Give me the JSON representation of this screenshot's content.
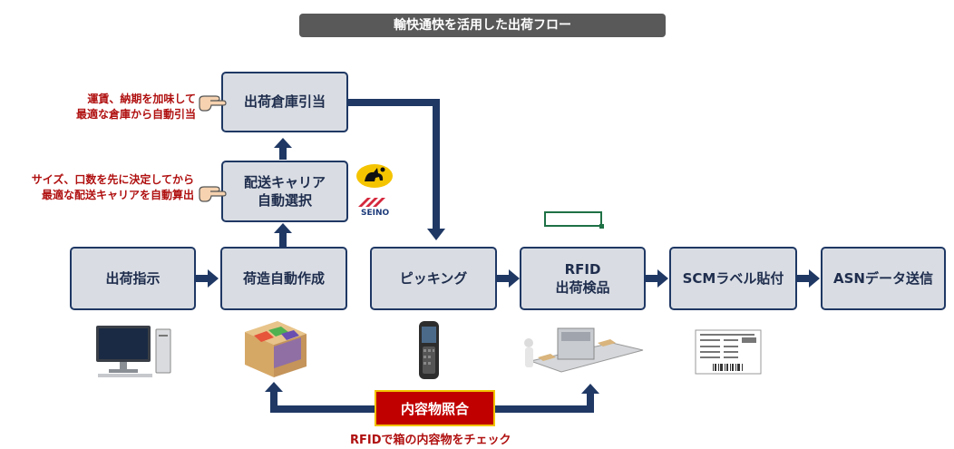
{
  "title": "輸快通快を活用した出荷フロー",
  "boxes": {
    "warehouse_allocation": "出荷倉庫引当",
    "carrier_selection_line1": "配送キャリア",
    "carrier_selection_line2": "自動選択",
    "shipping_instruction": "出荷指示",
    "auto_packing": "荷造自動作成",
    "picking": "ピッキング",
    "rfid_line1": "RFID",
    "rfid_line2": "出荷検品",
    "scm_label": "SCMラベル貼付",
    "asn_send": "ASNデータ送信"
  },
  "notes": {
    "freight_line1": "運賃、納期を加味して",
    "freight_line2": "最適な倉庫から自動引当",
    "size_line1": "サイズ、口数を先に決定してから",
    "size_line2": "最適な配送キャリアを自動算出"
  },
  "match_badge": "内容物照合",
  "bottom_note": "RFIDで箱の内容物をチェック",
  "logos": {
    "seino": "SEINO"
  },
  "colors": {
    "arrow": "#1f3864",
    "box_fill": "#d9dde3",
    "note_red": "#b01010",
    "badge_red": "#c00000"
  }
}
